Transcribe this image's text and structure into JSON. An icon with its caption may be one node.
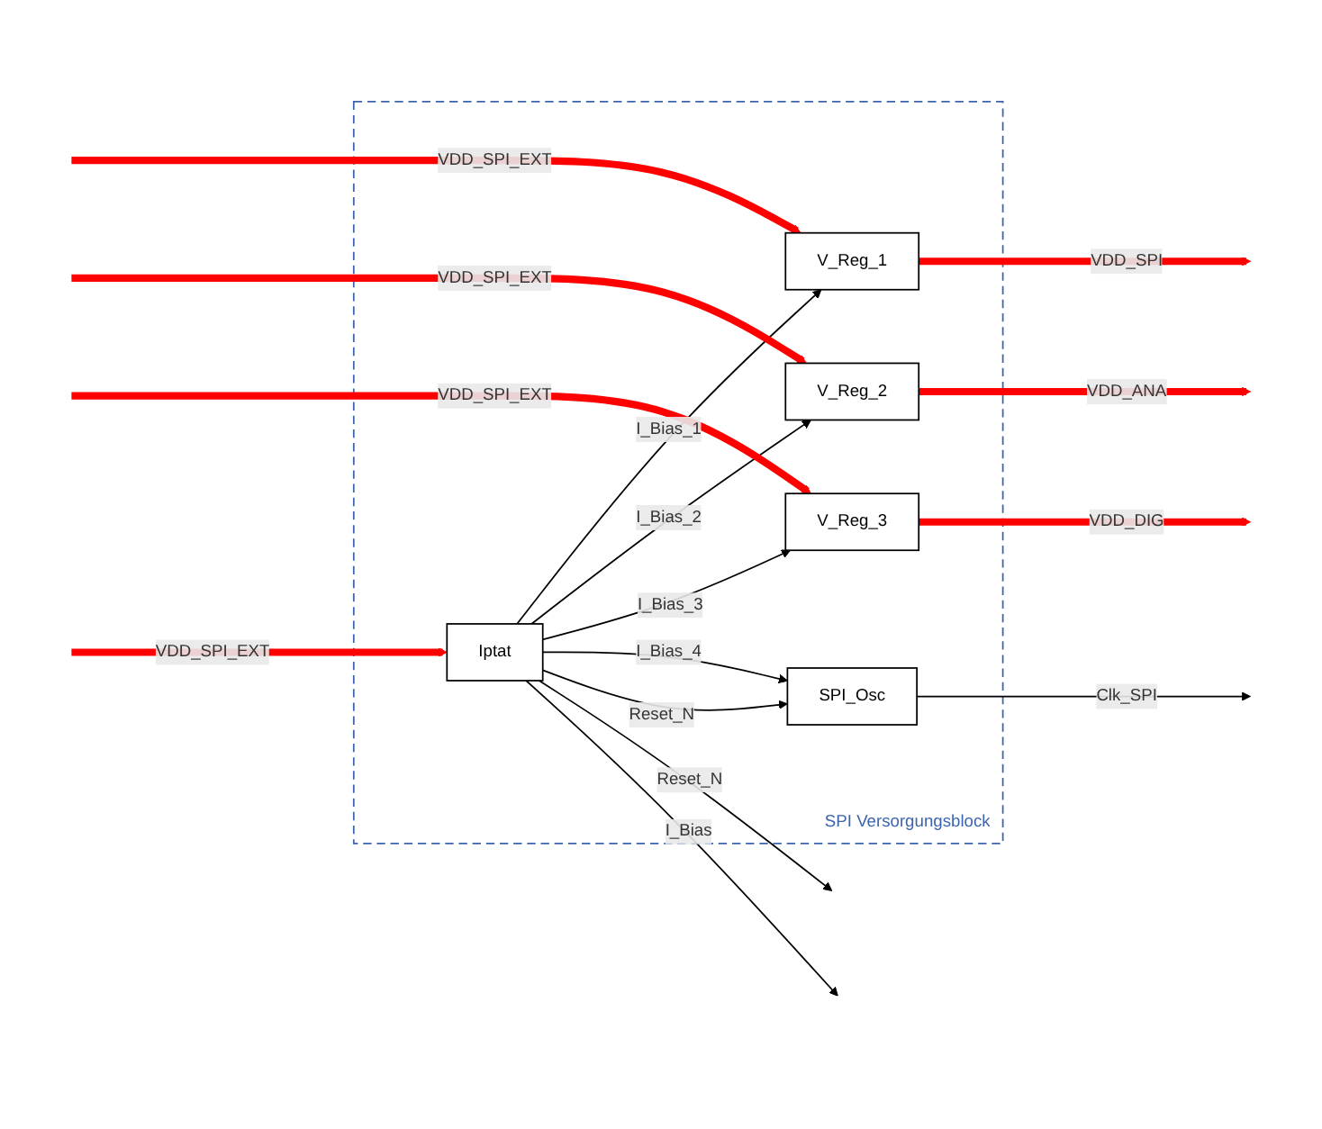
{
  "diagram": {
    "nodes": [
      {
        "text": [
          "SPI Versorgungsblock"
        ]
      },
      {
        "text": [
          "Iptat"
        ],
        "in": 0
      },
      {
        "text": [
          "V_Reg_1"
        ],
        "in": 0
      },
      {
        "text": [
          "V_Reg_2"
        ],
        "in": 0
      },
      {
        "text": [
          "V_Reg_3"
        ],
        "in": 0
      },
      {
        "text": [
          "SPI_Osc"
        ],
        "in": 0
      }
    ],
    "edges": [
      {
        "from": null,
        "to": 1,
        "arrow": "to",
        "label": "VDD_SPI_EXT",
        "style": "thick",
        "color": "#ff0000"
      },
      {
        "from": 1,
        "to": 2,
        "arrow": "to",
        "label": "I_Bias_1"
      },
      {
        "from": 1,
        "to": 3,
        "arrow": "to",
        "label": "I_Bias_2"
      },
      {
        "from": 1,
        "to": 4,
        "arrow": "to",
        "label": "I_Bias_3"
      },
      {
        "from": 1,
        "to": 5,
        "arrow": "to",
        "label": "I_Bias_4"
      },
      {
        "from": 1,
        "to": 5,
        "arrow": "to",
        "label": "Reset_N"
      },
      {
        "from": 1,
        "to": null,
        "arrow": "to",
        "label": "Reset_N"
      },
      {
        "from": 1,
        "to": null,
        "arrow": "to",
        "label": "I_Bias"
      },
      {
        "from": 2,
        "to": null,
        "arrow": "to",
        "label": "VDD_SPI",
        "style": "thick",
        "color": "#ff0000"
      },
      {
        "from": 3,
        "to": null,
        "arrow": "to",
        "label": "VDD_ANA",
        "style": "thick",
        "color": "#ff0000"
      },
      {
        "from": 4,
        "to": null,
        "arrow": "to",
        "label": "VDD_DIG",
        "style": "thick",
        "color": "#ff0000"
      },
      {
        "from": 5,
        "to": null,
        "arrow": "to",
        "label": "Clk_SPI"
      },
      {
        "from": null,
        "to": 2,
        "arrow": "to",
        "label": "VDD_SPI_EXT",
        "style": "thick",
        "color": "#ff0000"
      },
      {
        "from": null,
        "to": 3,
        "arrow": "to",
        "label": "VDD_SPI_EXT",
        "style": "thick",
        "color": "#ff0000"
      },
      {
        "from": null,
        "to": 4,
        "arrow": "to",
        "label": "VDD_SPI_EXT",
        "style": "thick",
        "color": "#ff0000"
      }
    ]
  }
}
